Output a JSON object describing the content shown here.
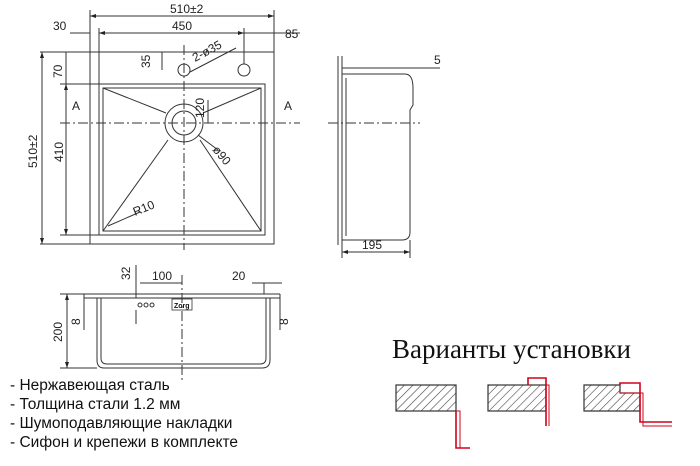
{
  "dimensions": {
    "overall_width": "510±2",
    "inner_width": "450",
    "left_margin": "30",
    "right_margin": "85",
    "hole_offset": "35",
    "top_margin": "70",
    "hole_spec": "2-ø35",
    "drain_offset": "120",
    "overall_height": "510±2",
    "inner_height": "410",
    "drain_diameter": "ø90",
    "corner_radius": "R10",
    "section_mark": "A",
    "rim_thickness": "5",
    "depth_side": "195",
    "drain_vertical_offset": "32",
    "rail_length": "100",
    "right_gap": "20",
    "bowl_depth": "200",
    "left_rim": "8",
    "right_rim": "8"
  },
  "logo_text": "Zorg",
  "installation": {
    "heading": "Варианты установки"
  },
  "features": [
    "- Нержавеющая сталь",
    "- Толщина стали 1.2 мм",
    "- Шумоподавляющие накладки",
    "- Сифон и крепежи в комплекте"
  ],
  "colors": {
    "line": "#333333",
    "accent": "#d0021b",
    "text": "#111111"
  }
}
